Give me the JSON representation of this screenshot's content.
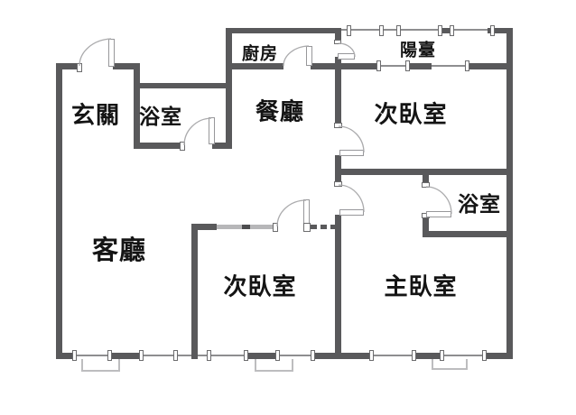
{
  "rooms": {
    "entry": {
      "label": "玄關"
    },
    "bath1": {
      "label": "浴室"
    },
    "kitchen": {
      "label": "廚房"
    },
    "dining": {
      "label": "餐廳"
    },
    "balcony": {
      "label": "陽臺"
    },
    "bedroom_top": {
      "label": "次臥室"
    },
    "living": {
      "label": "客廳"
    },
    "bedroom_bottom": {
      "label": "次臥室"
    },
    "master": {
      "label": "主臥室"
    },
    "bath2": {
      "label": "浴室"
    }
  },
  "colors": {
    "wall": "#59595b",
    "light_wall": "#b7b7b9",
    "window_line": "#8e8e90",
    "door_arc": "#ababad",
    "text": "#141414",
    "background": "#ffffff"
  }
}
